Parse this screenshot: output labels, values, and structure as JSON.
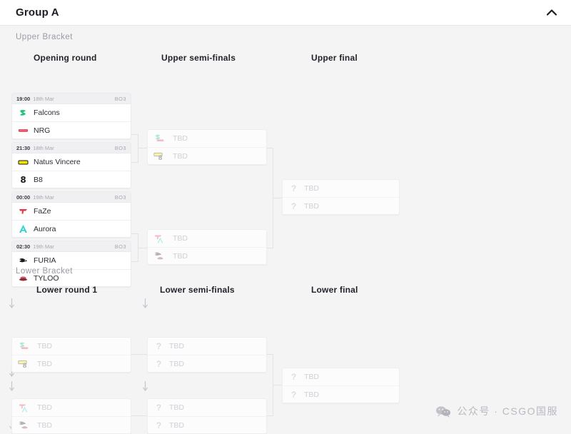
{
  "header": {
    "title": "Group A",
    "collapse_icon": "chevron-up-icon"
  },
  "brackets": [
    {
      "key": "upper",
      "label": "Upper Bracket"
    },
    {
      "key": "lower",
      "label": "Lower Bracket"
    }
  ],
  "rounds": {
    "upper": [
      {
        "key": "opening",
        "title": "Opening round"
      },
      {
        "key": "upper_semis",
        "title": "Upper semi-finals"
      },
      {
        "key": "upper_final",
        "title": "Upper final"
      }
    ],
    "lower": [
      {
        "key": "lower_r1",
        "title": "Lower round 1"
      },
      {
        "key": "lower_semis",
        "title": "Lower semi-finals"
      },
      {
        "key": "lower_final",
        "title": "Lower final"
      }
    ]
  },
  "tbd_label": "TBD",
  "matches": {
    "opening": [
      {
        "time": "19:00",
        "date": "18th Mar",
        "format": "BO3",
        "teams": [
          {
            "name": "Falcons",
            "logo": "falcons-logo"
          },
          {
            "name": "NRG",
            "logo": "nrg-logo"
          }
        ]
      },
      {
        "time": "21:30",
        "date": "18th Mar",
        "format": "BO3",
        "teams": [
          {
            "name": "Natus Vincere",
            "logo": "navi-logo"
          },
          {
            "name": "B8",
            "logo": "b8-logo"
          }
        ]
      },
      {
        "time": "00:00",
        "date": "19th Mar",
        "format": "BO3",
        "teams": [
          {
            "name": "FaZe",
            "logo": "faze-logo"
          },
          {
            "name": "Aurora",
            "logo": "aurora-logo"
          }
        ]
      },
      {
        "time": "02:30",
        "date": "19th Mar",
        "format": "BO3",
        "teams": [
          {
            "name": "FURIA",
            "logo": "furia-logo"
          },
          {
            "name": "TYLOO",
            "logo": "tyloo-logo"
          }
        ]
      }
    ],
    "upper_semis": [
      {
        "teams": [
          {
            "name": "TBD",
            "logo_stack": [
              "falcons-logo",
              "nrg-logo"
            ]
          },
          {
            "name": "TBD",
            "logo_stack": [
              "navi-logo",
              "b8-logo"
            ]
          }
        ]
      },
      {
        "teams": [
          {
            "name": "TBD",
            "logo_stack": [
              "faze-logo",
              "aurora-logo"
            ]
          },
          {
            "name": "TBD",
            "logo_stack": [
              "furia-logo",
              "tyloo-logo"
            ]
          }
        ]
      }
    ],
    "upper_final": [
      {
        "teams": [
          {
            "name": "TBD",
            "logo": "question-mark-icon"
          },
          {
            "name": "TBD",
            "logo": "question-mark-icon"
          }
        ]
      }
    ],
    "lower_r1": [
      {
        "teams": [
          {
            "name": "TBD",
            "logo_stack": [
              "falcons-logo",
              "nrg-logo"
            ]
          },
          {
            "name": "TBD",
            "logo_stack": [
              "navi-logo",
              "b8-logo"
            ]
          }
        ]
      },
      {
        "teams": [
          {
            "name": "TBD",
            "logo_stack": [
              "faze-logo",
              "aurora-logo"
            ]
          },
          {
            "name": "TBD",
            "logo_stack": [
              "furia-logo",
              "tyloo-logo"
            ]
          }
        ]
      }
    ],
    "lower_semis": [
      {
        "teams": [
          {
            "name": "TBD",
            "logo": "question-mark-icon"
          },
          {
            "name": "TBD",
            "logo": "question-mark-icon"
          }
        ]
      },
      {
        "teams": [
          {
            "name": "TBD",
            "logo": "question-mark-icon"
          },
          {
            "name": "TBD",
            "logo": "question-mark-icon"
          }
        ]
      }
    ],
    "lower_final": [
      {
        "teams": [
          {
            "name": "TBD",
            "logo": "question-mark-icon"
          },
          {
            "name": "TBD",
            "logo": "question-mark-icon"
          }
        ]
      }
    ]
  },
  "watermark": {
    "icon": "wechat-icon",
    "text": "公众号 · CSGO国服"
  },
  "colors": {
    "page_bg": "#f4f4f5",
    "card_bg": "#ffffff",
    "border": "#ebebee",
    "text": "#23232b",
    "muted": "#9b9ba4",
    "tbd_text": "#cfcfd6",
    "falcons": "#22c07a",
    "nrg": "#e8334a",
    "navi": "#f5e400",
    "b8": "#1b1b1b",
    "faze": "#e03a44",
    "aurora": "#2ad4c8",
    "furia": "#1b1b1b",
    "tyloo": "#8e2b36"
  }
}
